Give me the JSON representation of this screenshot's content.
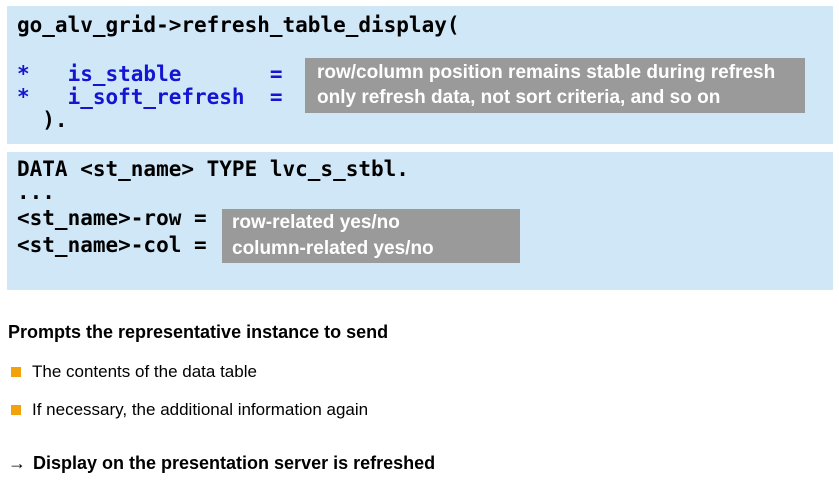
{
  "colors": {
    "box_bg": "#cfe7f7",
    "annotation_bg": "#9a9a9a",
    "annotation_text": "#ffffff",
    "code_blue": "#1414d2",
    "code_black": "#000000",
    "bullet_orange": "#f2a30b"
  },
  "box1": {
    "line_open": "go_alv_grid->refresh_table_display(",
    "param1": "*   is_stable       =",
    "param2": "*   i_soft_refresh  =",
    "line_close": "  ).",
    "note1": "row/column position remains stable during refresh",
    "note2": "only refresh data, not sort criteria, and so on"
  },
  "box2": {
    "line1": "DATA <st_name> TYPE lvc_s_stbl.",
    "line2": "...",
    "line3": "<st_name>-row =",
    "line4": "<st_name>-col =",
    "note1": "row-related yes/no",
    "note2": "column-related yes/no"
  },
  "body_text": {
    "heading": "Prompts the representative instance to send",
    "bullets": [
      "The contents of the data table",
      "If necessary, the additional information again"
    ],
    "arrow": "→",
    "conclusion": "Display on the presentation server is refreshed"
  }
}
